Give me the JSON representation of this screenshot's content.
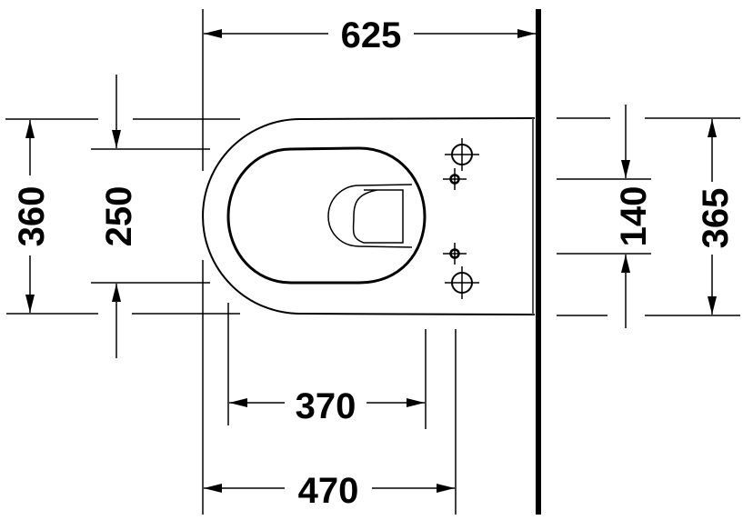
{
  "drawing": {
    "subject": "wall-hung toilet top view",
    "line_color": "#000000",
    "background": "#ffffff",
    "units": "mm"
  },
  "dimensions": {
    "overall_depth": {
      "label": "625",
      "orientation": "horizontal",
      "position": "top"
    },
    "fixing_depth_inner": {
      "label": "370",
      "orientation": "horizontal",
      "position": "bottom"
    },
    "fixing_depth_outer": {
      "label": "470",
      "orientation": "horizontal",
      "position": "bottom"
    },
    "overall_width": {
      "label": "360",
      "orientation": "vertical",
      "position": "left"
    },
    "seat_opening_width": {
      "label": "250",
      "orientation": "vertical",
      "position": "left"
    },
    "fixing_hole_spacing": {
      "label": "140",
      "orientation": "vertical",
      "position": "right"
    },
    "rear_width": {
      "label": "365",
      "orientation": "vertical",
      "position": "right"
    }
  }
}
